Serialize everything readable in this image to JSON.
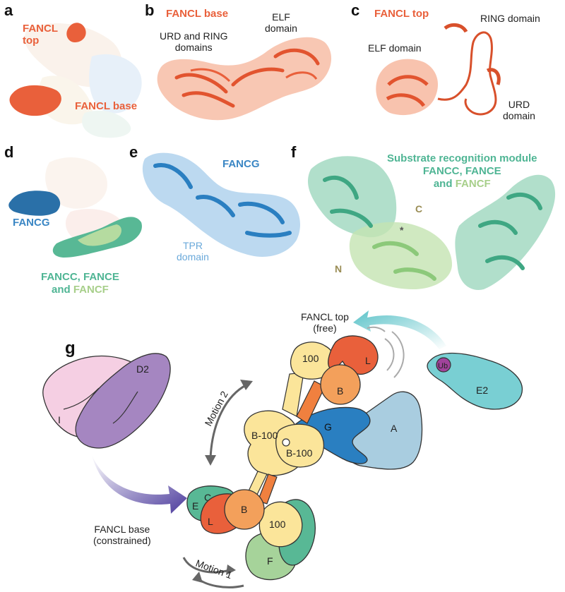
{
  "panels": {
    "a": {
      "letter": "a",
      "label_top": "FANCL\ntop",
      "label_base": "FANCL base"
    },
    "b": {
      "letter": "b",
      "title": "FANCL base",
      "label_urd": "URD and RING\ndomains",
      "label_elf": "ELF\ndomain"
    },
    "c": {
      "letter": "c",
      "title": "FANCL top",
      "label_ring": "RING domain",
      "label_elf": "ELF domain",
      "label_urd": "URD\ndomain"
    },
    "d": {
      "letter": "d",
      "label_fancg": "FANCG",
      "label_cef_part1": "FANCC, FANCE",
      "label_cef_part2": "and ",
      "label_cef_f": "FANCF"
    },
    "e": {
      "letter": "e",
      "label_fancg": "FANCG",
      "label_tpr": "TPR\ndomain"
    },
    "f": {
      "letter": "f",
      "title1": "Substrate recognition module",
      "title2": "FANCC, FANCE",
      "title3": "and ",
      "title3_f": "FANCF",
      "label_c": "C",
      "label_n": "N",
      "label_star": "*"
    },
    "g": {
      "letter": "g",
      "fancl_top": "FANCL top\n(free)",
      "fancl_base": "FANCL base\n(constrained)",
      "motion1": "Motion 1",
      "motion2": "Motion 2",
      "shapes": {
        "I": "I",
        "D2": "D2",
        "top_100": "100",
        "top_L": "L",
        "top_B": "B",
        "B100a": "B-100",
        "B100b": "B-100",
        "G": "G",
        "A": "A",
        "E": "E",
        "C": "C",
        "base_L": "L",
        "base_B": "B",
        "base_100": "100",
        "F": "F",
        "Ub": "Ub",
        "E2": "E2"
      }
    }
  },
  "colors": {
    "fancl_orange": "#e9603b",
    "fancl_light_orange": "#f3a05b",
    "fancg_blue": "#2a7fc1",
    "fanca_lightblue": "#a9cde0",
    "fancc_green": "#58b895",
    "fancf_lightgreen": "#a6d39a",
    "fancb_yellow": "#fbe59a",
    "fanci_pink": "#f5cfe3",
    "fancd2_purple": "#a586c1",
    "e2_teal": "#79cfd3",
    "ub_magenta": "#a0439b"
  }
}
